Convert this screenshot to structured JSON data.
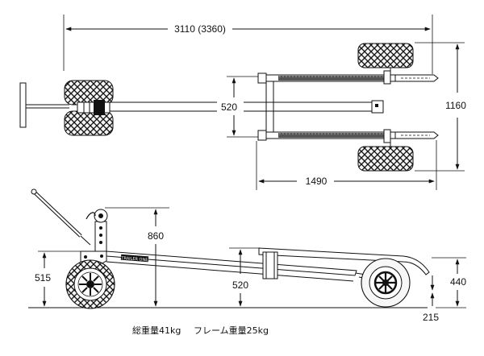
{
  "dimensions": {
    "overall_length": "3110 (3360)",
    "frame_width": "520",
    "overall_width": "1160",
    "wheel_track": "1490",
    "height": "860",
    "front_wheel_height": "515",
    "frame_height": "520",
    "rear_wheel_height": "440",
    "ground_clearance": "215"
  },
  "labels": {
    "plate": "TRAILER ONE"
  },
  "notes": {
    "total_weight": "総重量41kg",
    "frame_weight": "フレーム重量25kg"
  }
}
